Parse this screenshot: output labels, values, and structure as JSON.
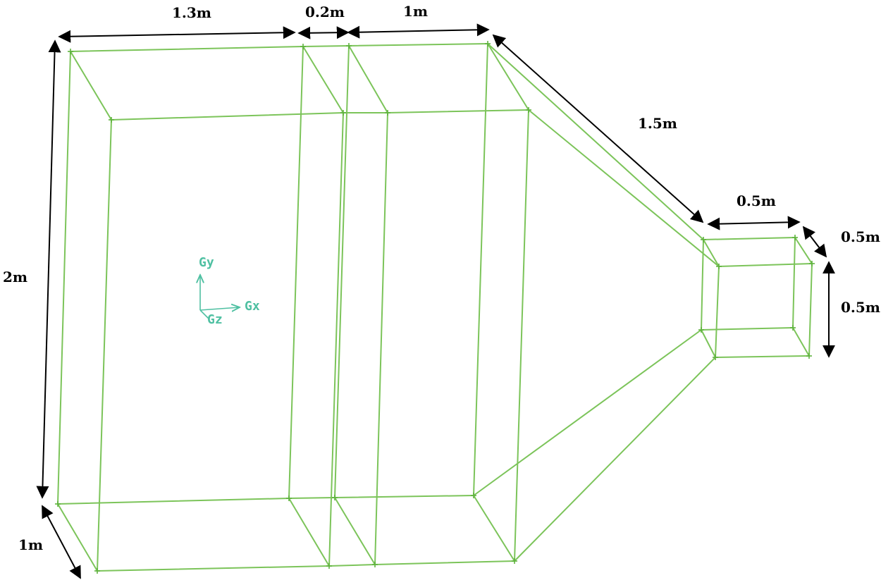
{
  "dimensions": {
    "top_left_length": "1.3m",
    "top_mid_length": "0.2m",
    "top_right_length": "1m",
    "height": "2m",
    "depth": "1m",
    "taper_length": "1.5m",
    "outlet_width": "0.5m",
    "outlet_depth": "0.5m",
    "outlet_height": "0.5m"
  },
  "axes": {
    "y": "Gy",
    "x": "Gx",
    "z": "Gz"
  },
  "colors": {
    "mesh_edge": "#7cc45a",
    "axis": "#4fc0a2",
    "dimension": "#000000"
  }
}
